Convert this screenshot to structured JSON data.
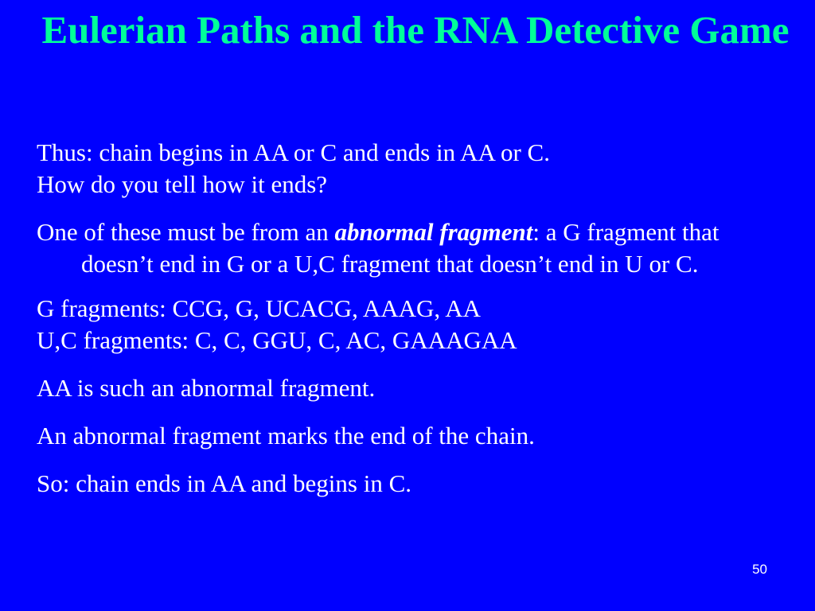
{
  "slide": {
    "title": "Eulerian Paths and the RNA Detective Game",
    "lines": {
      "l1": "Thus: chain begins in AA or C and ends in AA or C.",
      "l2": "How do you tell how it ends?",
      "p2_pre": "One of these must be from an ",
      "p2_em": "abnormal fragment",
      "p2_post": ": a G fragment that doesn’t end in G or a U,C fragment that doesn’t end in U or C.",
      "l4": "G fragments: CCG, G, UCACG, AAAG, AA",
      "l5": "U,C fragments: C, C, GGU, C, AC, GAAAGAA",
      "l6": "AA is such an abnormal fragment.",
      "l7": "An abnormal fragment marks the end of the chain.",
      "l8": "So: chain ends in AA and begins in C."
    },
    "slide_number": "50"
  }
}
